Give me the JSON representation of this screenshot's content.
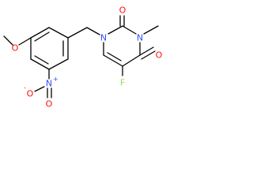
{
  "molecule": {
    "atoms": {
      "o_methoxy": {
        "symbol": "O",
        "color": "#ff0d0d"
      },
      "n_nitro": {
        "symbol": "N",
        "charge": "+",
        "color": "#3050f8"
      },
      "o_nitro_top": {
        "symbol": "O",
        "charge": "-",
        "color": "#ff0d0d"
      },
      "o_nitro_bottom": {
        "symbol": "O",
        "color": "#ff0d0d"
      },
      "n1": {
        "symbol": "N",
        "color": "#3050f8"
      },
      "n3": {
        "symbol": "N",
        "color": "#3050f8"
      },
      "o_c2": {
        "symbol": "O",
        "color": "#ff0d0d"
      },
      "o_c4": {
        "symbol": "O",
        "color": "#ff0d0d"
      },
      "f": {
        "symbol": "F",
        "color": "#90e050"
      }
    },
    "bond_color": "#000000"
  }
}
